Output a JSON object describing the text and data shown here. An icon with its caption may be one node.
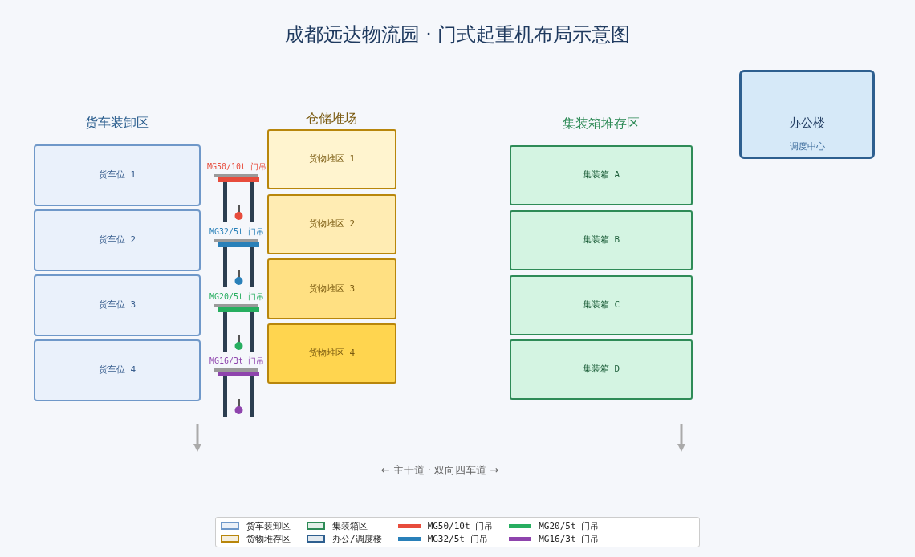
{
  "diagram": {
    "title": "成都远达物流园 · 门式起重机布局示意图",
    "nodes": [
      {
        "text": [
          "货车位 1"
        ]
      },
      {
        "text": [
          "货车位 2"
        ]
      },
      {
        "text": [
          "货车位 3"
        ]
      },
      {
        "text": [
          "货车位 4"
        ]
      },
      {
        "text": [
          "货物堆区 1"
        ]
      },
      {
        "text": [
          "货物堆区 2"
        ]
      },
      {
        "text": [
          "货物堆区 3"
        ]
      },
      {
        "text": [
          "货物堆区 4"
        ]
      },
      {
        "text": [
          "集装箱 A"
        ]
      },
      {
        "text": [
          "集装箱 B"
        ]
      },
      {
        "text": [
          "集装箱 C"
        ]
      },
      {
        "text": [
          "集装箱 D"
        ]
      },
      {
        "text": [
          "办公楼",
          "调度中心"
        ]
      }
    ],
    "edges": [],
    "labels": [
      "货车装卸区",
      "仓储堆场",
      "集装箱堆存区",
      "MG50/10t 门吊",
      "MG32/5t 门吊",
      "MG20/5t 门吊",
      "MG16/3t 门吊",
      "← 主干道 · 双向四车道 →"
    ],
    "legend": [
      {
        "text": "货车装卸区",
        "color": "#6f98c9"
      },
      {
        "text": "货物堆存区",
        "color": "#b8860b"
      },
      {
        "text": "集装箱区",
        "color": "#2e8b57"
      },
      {
        "text": "办公/调度楼",
        "color": "#2e5f8f"
      },
      {
        "text": "MG50/10t 门吊",
        "color": "#e74c3c"
      },
      {
        "text": "MG32/5t 门吊",
        "color": "#2980b9"
      },
      {
        "text": "MG20/5t 门吊",
        "color": "#27ae60"
      },
      {
        "text": "MG16/3t 门吊",
        "color": "#8e44ad"
      }
    ]
  }
}
